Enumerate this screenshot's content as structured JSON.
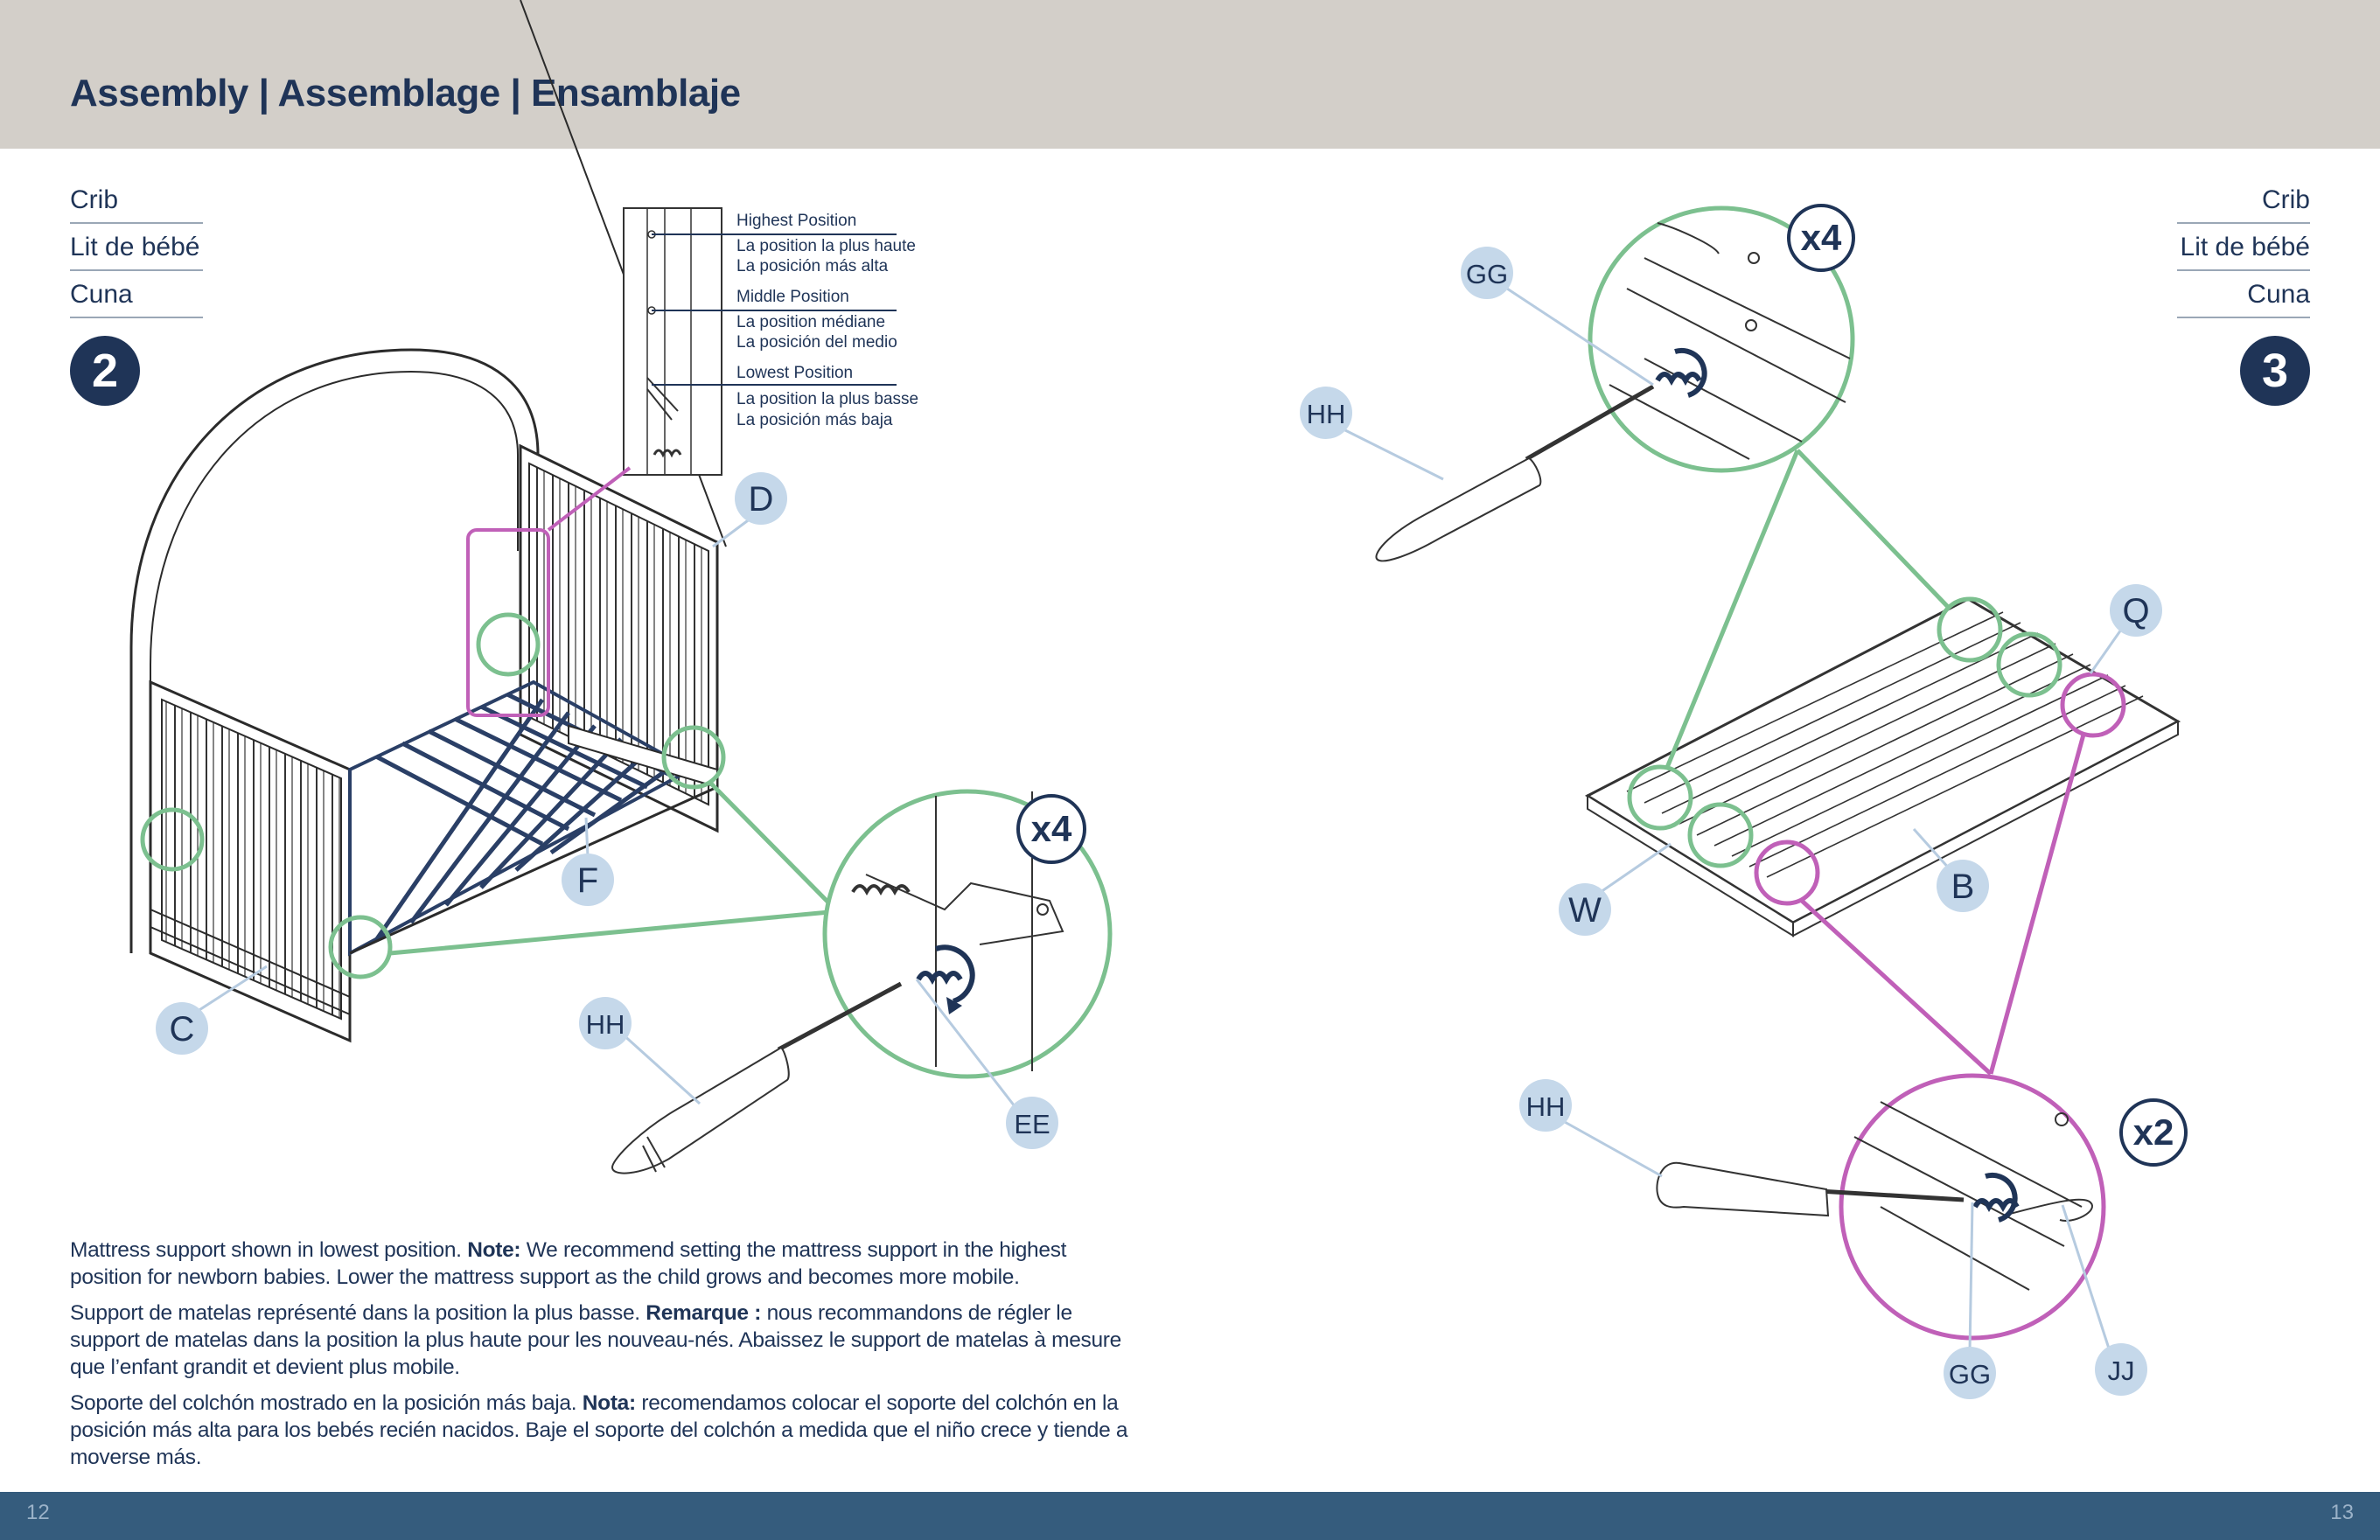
{
  "header": {
    "title": "Assembly | Assemblage | Ensamblaje"
  },
  "labels": {
    "en": "Crib",
    "fr": "Lit de bébé",
    "es": "Cuna"
  },
  "steps": {
    "left": {
      "number": "2",
      "positions": {
        "highest": {
          "title": "Highest Position",
          "fr": "La position la plus haute",
          "es": "La posición más alta"
        },
        "middle": {
          "title": "Middle Position",
          "fr": "La position médiane",
          "es": "La posición del medio"
        },
        "lowest": {
          "title": "Lowest Position",
          "fr": "La position la plus basse",
          "es": "La posición más baja"
        }
      },
      "parts": {
        "d": "D",
        "f": "F",
        "c": "C",
        "hh": "HH",
        "ee": "EE"
      },
      "multiplier": "x4"
    },
    "right": {
      "number": "3",
      "parts": {
        "gg_top": "GG",
        "hh_top": "HH",
        "q": "Q",
        "b": "B",
        "w": "W",
        "hh_bottom": "HH",
        "gg_bottom": "GG",
        "jj": "JJ"
      },
      "multiplier_top": "x4",
      "multiplier_bottom": "x2"
    }
  },
  "notes": {
    "en": {
      "lead": "Mattress support shown in lowest position. ",
      "label": "Note:",
      "text": " We recommend setting the mattress support in the highest position for newborn babies. Lower the mattress support as the child grows and becomes more mobile."
    },
    "fr": {
      "lead": "Support de matelas représenté dans la position la plus basse. ",
      "label": "Remarque :",
      "text": " nous recommandons de régler le support de matelas dans la position la plus haute pour les nouveau-nés. Abaissez le support de matelas à mesure que l’enfant grandit et devient plus mobile."
    },
    "es": {
      "lead": "Soporte del colchón mostrado en la posición más baja. ",
      "label": "Nota:",
      "text": " recomendamos colocar el soporte del colchón en la posición más alta para los bebés recién nacidos. Baje el soporte del colchón a medida que el niño crece y tiende a moverse más."
    }
  },
  "footer": {
    "page_left": "12",
    "page_right": "13"
  },
  "colors": {
    "navy": "#1f3457",
    "green": "#7cc08f",
    "magenta": "#c060b8",
    "badge": "#c5d8ea",
    "band": "#d3cfc9",
    "footer": "#355c7d"
  }
}
